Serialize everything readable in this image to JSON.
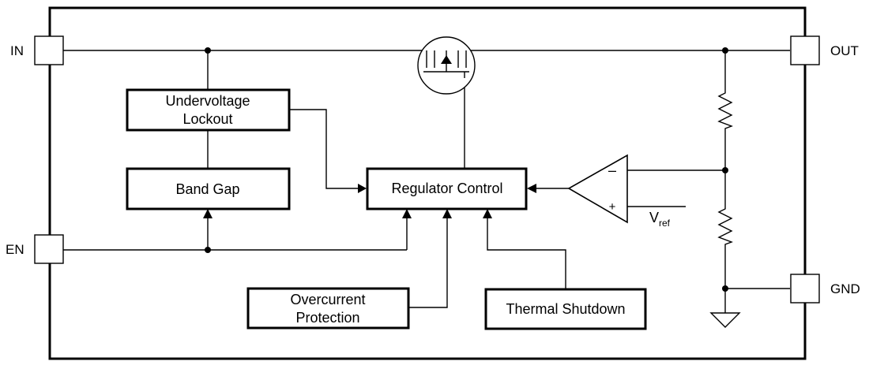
{
  "pins": {
    "in": "IN",
    "out": "OUT",
    "en": "EN",
    "gnd": "GND"
  },
  "blocks": {
    "uvlo_line1": "Undervoltage",
    "uvlo_line2": "Lockout",
    "band_gap": "Band Gap",
    "regulator_control": "Regulator Control",
    "overcurrent_line1": "Overcurrent",
    "overcurrent_line2": "Protection",
    "thermal_shutdown": "Thermal Shutdown"
  },
  "amplifier": {
    "minus": "–",
    "plus": "+",
    "vref_main": "V",
    "vref_sub": "ref"
  }
}
